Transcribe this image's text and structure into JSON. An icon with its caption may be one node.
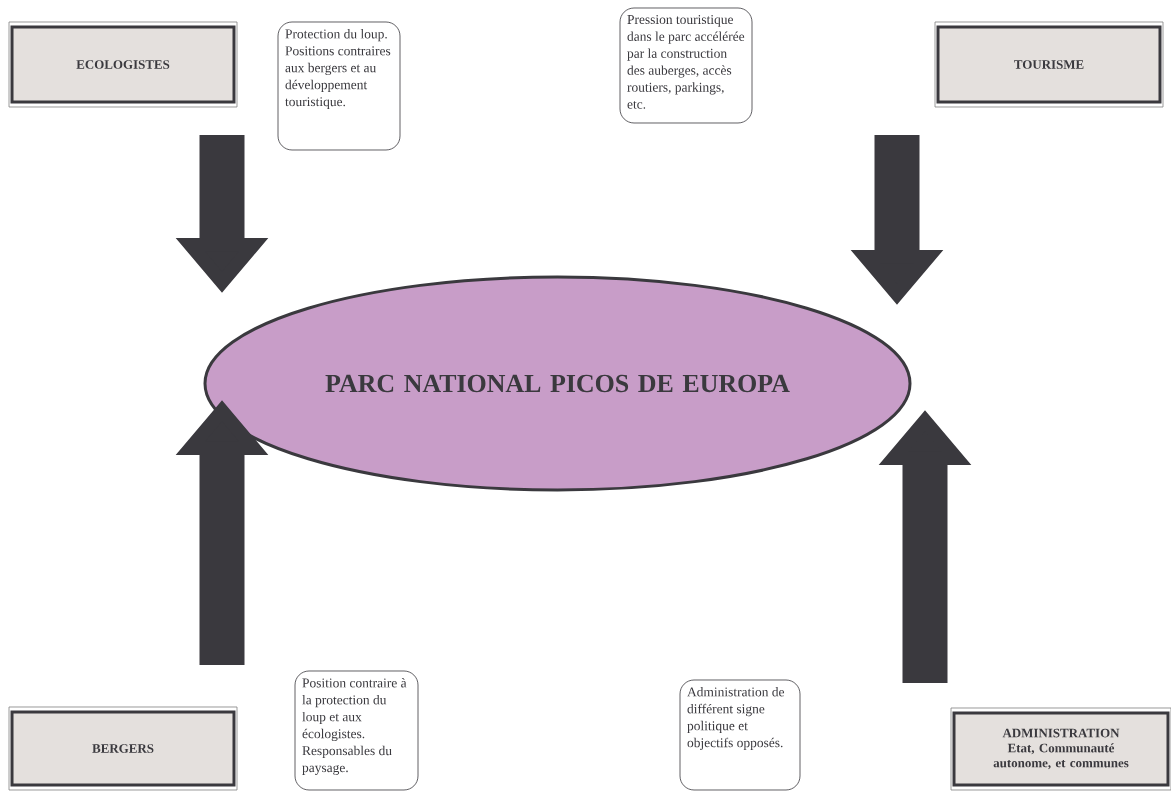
{
  "diagram": {
    "nodes": [
      {
        "text": [
          "ECOLOGISTES"
        ]
      },
      {
        "text": [
          "Protection du loup. Positions contraires aux bergers et au développement touristique."
        ]
      },
      {
        "text": [
          "Pression touristique dans le parc accélérée par la construction des auberges, accès routiers, parkings, etc."
        ]
      },
      {
        "text": [
          "TOURISME"
        ]
      },
      {
        "text": [
          "PARC NATIONAL PICOS DE EUROPA"
        ]
      },
      {
        "text": [
          "BERGERS"
        ]
      },
      {
        "text": [
          "Position contraire à la protection du loup et aux écologistes. Responsables du paysage."
        ]
      },
      {
        "text": [
          "Administration de différent signe politique et objectifs opposés."
        ]
      },
      {
        "text": [
          "ADMINISTRATION",
          "Etat, Communauté autonome, et communes"
        ]
      }
    ],
    "edges": [
      {
        "from": 0,
        "to": 4,
        "arrow": "to"
      },
      {
        "from": 3,
        "to": 4,
        "arrow": "to"
      },
      {
        "from": 5,
        "to": 4,
        "arrow": "to"
      },
      {
        "from": 8,
        "to": 4,
        "arrow": "to"
      }
    ]
  }
}
